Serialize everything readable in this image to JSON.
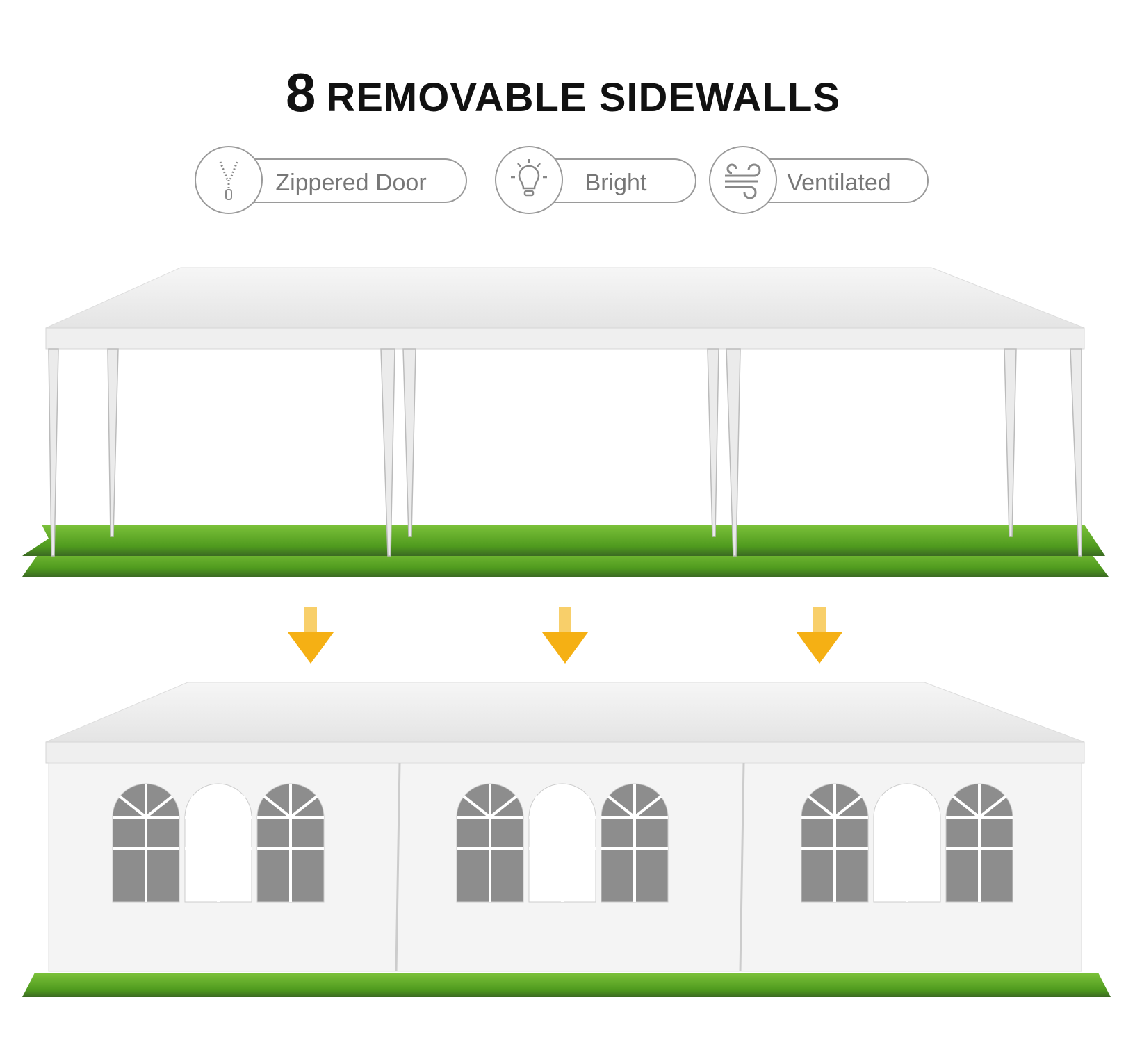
{
  "title": {
    "number": "8",
    "text": "REMOVABLE SIDEWALLS"
  },
  "features": [
    {
      "label": "Zippered Door",
      "icon": "zipper-icon"
    },
    {
      "label": "Bright",
      "icon": "lightbulb-icon"
    },
    {
      "label": "Ventilated",
      "icon": "wind-icon"
    }
  ],
  "colors": {
    "arrow": "#f5b014",
    "grass": "#5ca826",
    "tent": "#f2f2f2"
  }
}
